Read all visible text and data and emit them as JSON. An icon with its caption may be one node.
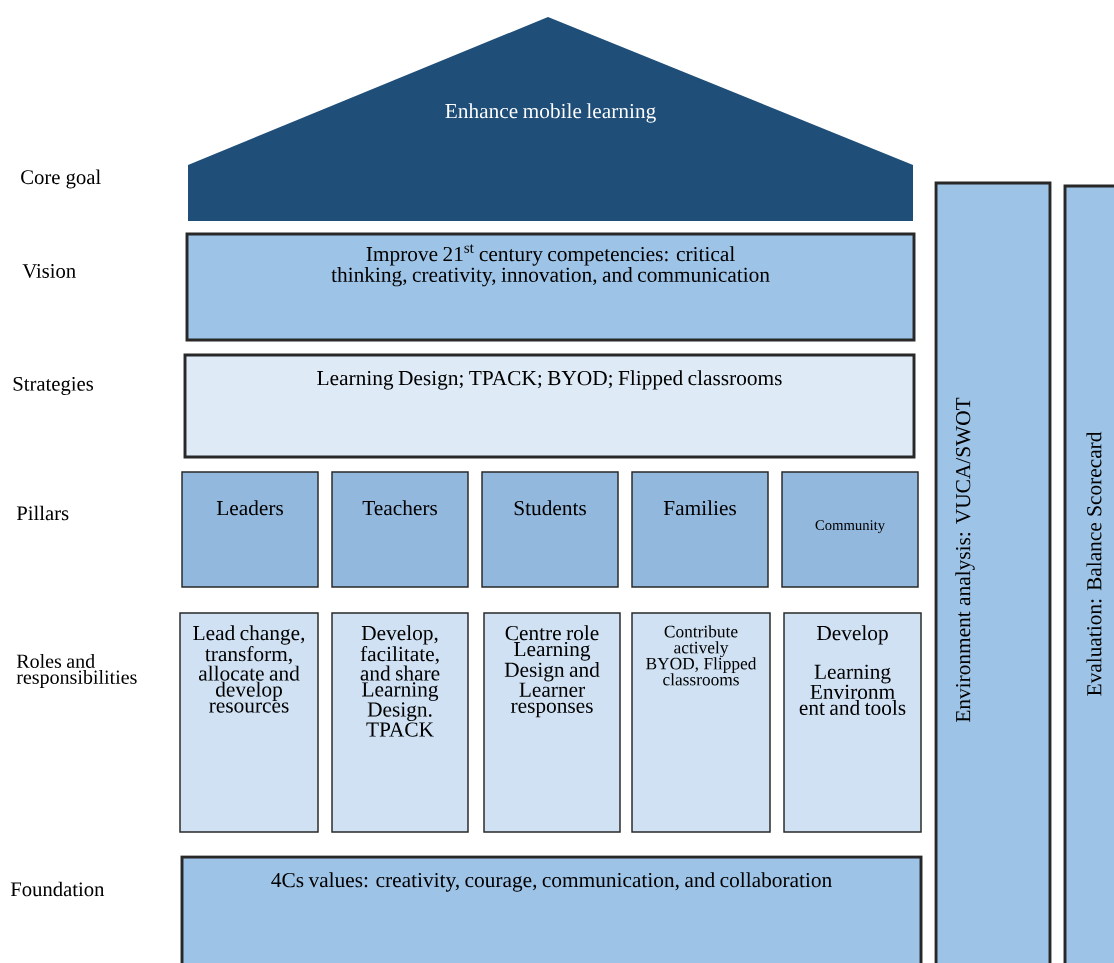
{
  "diagram": {
    "nodes": [
      {
        "text": [
          "Enhance mobile learning"
        ]
      },
      {
        "text": [
          "Improve 21$^{st}$ century competencies: critical thinking, creativity, innovation, and communication"
        ]
      },
      {
        "text": [
          "Learning Design; TPACK; BYOD; Flipped classrooms"
        ]
      },
      {
        "text": [
          "Leaders"
        ]
      },
      {
        "text": [
          "Teachers"
        ]
      },
      {
        "text": [
          "Students"
        ]
      },
      {
        "text": [
          "Families"
        ]
      },
      {
        "text": [
          "Community"
        ]
      },
      {
        "text": [
          "Lead change, transform, allocate and develop resources"
        ]
      },
      {
        "text": [
          "Develop, facilitate, and share Learning Design. TPACK"
        ]
      },
      {
        "text": [
          "Centre role Learning Design and Learner responses"
        ]
      },
      {
        "text": [
          "Contribute actively BYOD, Flipped classrooms"
        ]
      },
      {
        "text": [
          "Develop",
          "Learning Environm ent and tools"
        ]
      },
      {
        "text": [
          "4Cs values: creativity, courage, communication, and collaboration"
        ]
      },
      {
        "text": [
          "Environment analysis:  VUCA/SWOT"
        ]
      },
      {
        "text": [
          "Evaluation: Balance Scorecard"
        ]
      }
    ],
    "labels": [
      "Core goal",
      "Vision",
      "Strategies",
      "Pillars",
      "Roles and responsibilities",
      "Foundation"
    ]
  }
}
